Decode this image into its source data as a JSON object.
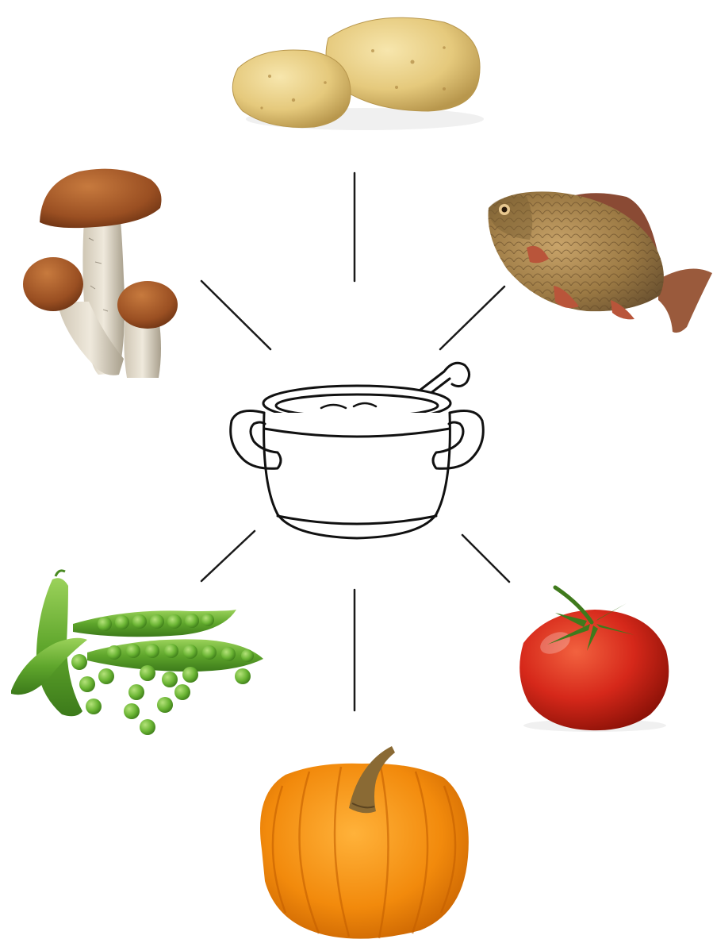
{
  "diagram": {
    "background": "#ffffff",
    "line_color": "#1a1a1a",
    "center": {
      "name": "soup-pot-icon"
    },
    "ingredients": [
      {
        "name": "potatoes",
        "position": "top"
      },
      {
        "name": "fish",
        "position": "top-right"
      },
      {
        "name": "tomato",
        "position": "bottom-right"
      },
      {
        "name": "pumpkin",
        "position": "bottom"
      },
      {
        "name": "peas",
        "position": "bottom-left"
      },
      {
        "name": "mushrooms",
        "position": "top-left"
      }
    ]
  }
}
